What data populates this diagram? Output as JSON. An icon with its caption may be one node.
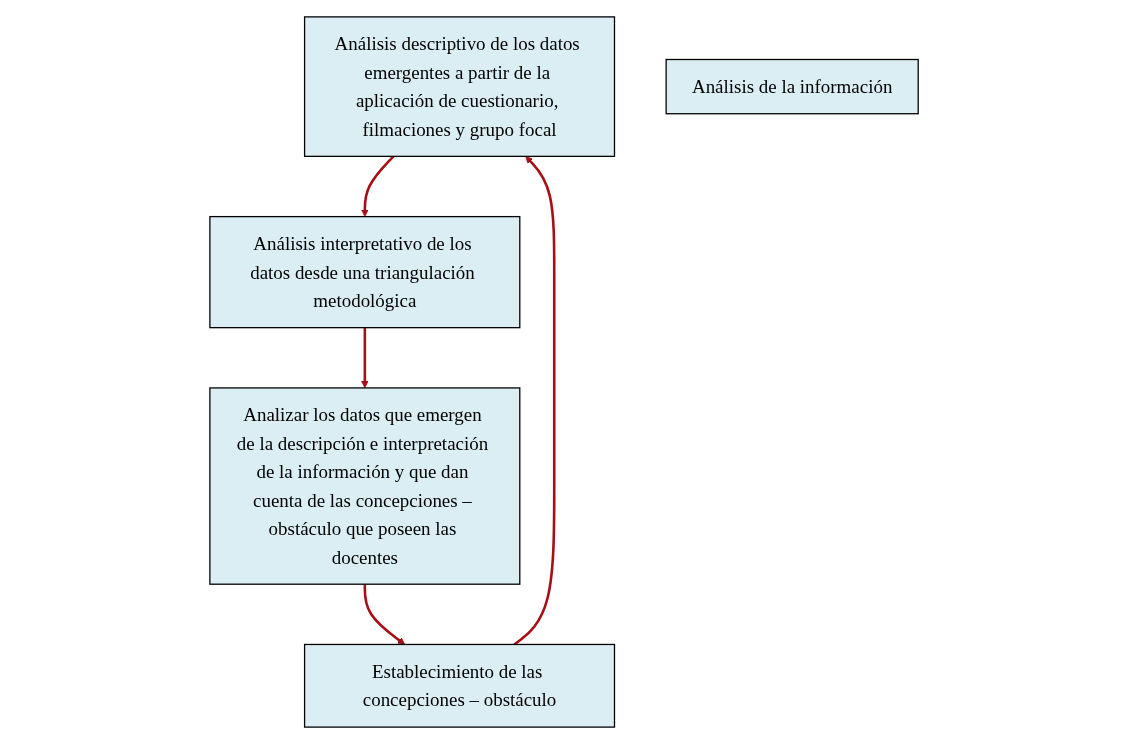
{
  "diagram": {
    "nodes": [
      {
        "text": [
          "Análisis descriptivo de los datos emergentes a partir de la aplicación de cuestionario, filmaciones y grupo focal"
        ]
      },
      {
        "text": [
          "Análisis interpretativo de los datos desde una triangulación metodológica"
        ]
      },
      {
        "text": [
          "Análisis de la información"
        ]
      },
      {
        "text": [
          "Establecimiento de las concepciones – obstáculo"
        ]
      },
      {
        "text": [
          "Analizar los datos que emergen de la descripción e interpretación de la información y que dan cuenta de las concepciones – obstáculo que poseen las docentes"
        ]
      }
    ],
    "edges": [
      {
        "from": 0,
        "to": 1,
        "arrow": "to"
      },
      {
        "from": 1,
        "to": 4,
        "arrow": "to"
      },
      {
        "from": 4,
        "to": 3,
        "arrow": "to"
      },
      {
        "from": 3,
        "to": 0,
        "arrow": "to"
      }
    ]
  }
}
